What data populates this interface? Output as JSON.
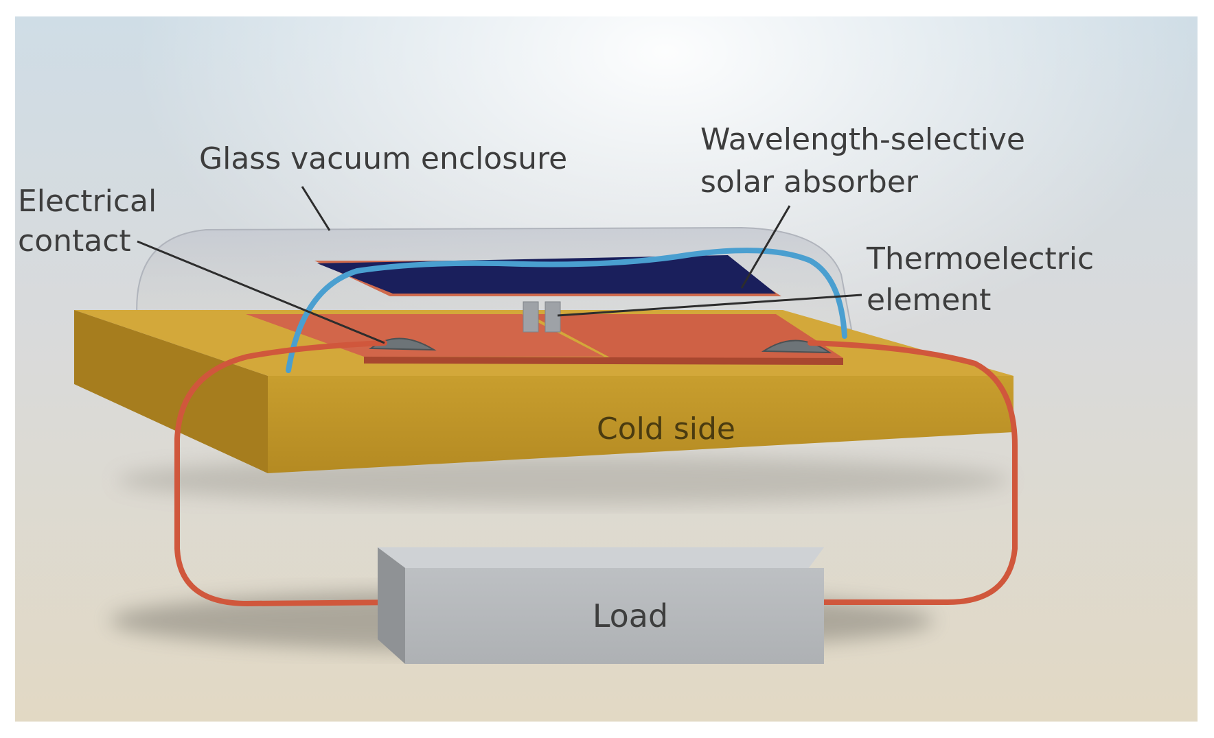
{
  "figure": {
    "labels": {
      "glass_enclosure": "Glass vacuum enclosure",
      "absorber_line1": "Wavelength-selective",
      "absorber_line2": "solar absorber",
      "contact_line1": "Electrical",
      "contact_line2": "contact",
      "thermo_line1": "Thermoelectric",
      "thermo_line2": "element",
      "cold_side": "Cold side",
      "load": "Load"
    },
    "colors": {
      "cold_side_block": "#c49a2c",
      "copper_plates": "#d2664a",
      "absorber": "#1a1f5c",
      "wire": "#d0573c",
      "blue_wire": "#4a9fd0",
      "load_box": "#b8bbbe",
      "glass": "#c8ccd4"
    }
  }
}
